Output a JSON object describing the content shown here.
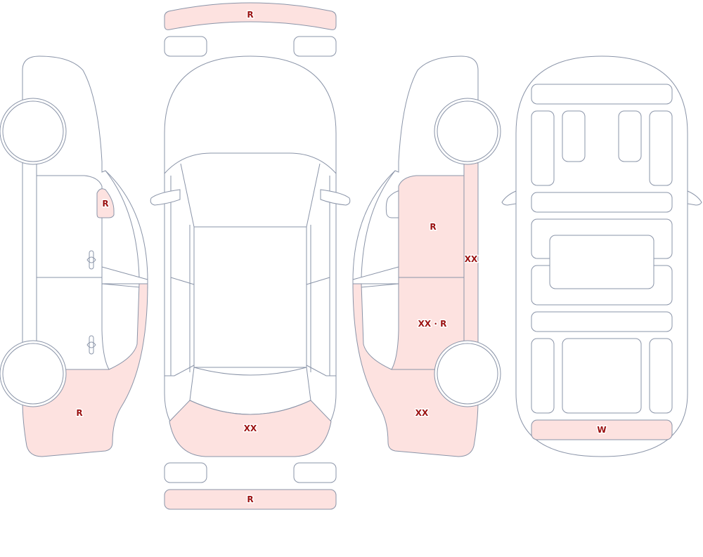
{
  "colors": {
    "stroke": "#8a94a8",
    "damage_fill": "#fde2e0",
    "label": "#9b1111"
  },
  "damage": {
    "front_bumper": "R",
    "rear_bumper": "R",
    "left_rear_window": "R",
    "left_rear_fender": "R",
    "top_rear_hatch": "XX",
    "right_rear_door_window": "R",
    "right_b_pillar": "XX",
    "right_rear_door": "XX · R",
    "right_rear_fender": "XX",
    "underbody_rear_skirt": "W"
  }
}
